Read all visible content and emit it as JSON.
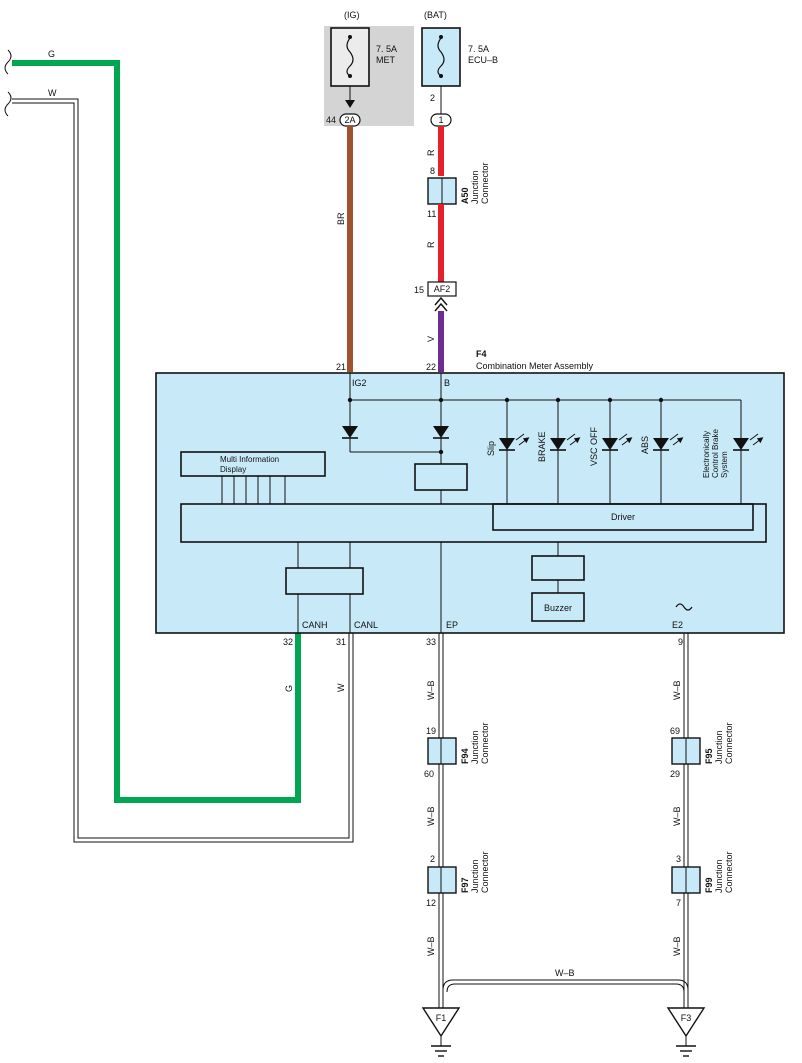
{
  "fuses": {
    "ig": {
      "source": "(IG)",
      "rating": "7. 5A",
      "name": "MET"
    },
    "bat": {
      "source": "(BAT)",
      "rating": "7. 5A",
      "name": "ECU–B"
    }
  },
  "connectors": {
    "ig_pin": "44",
    "ig_conn": "2A",
    "bat_pin": "2",
    "bat_conn": "1",
    "af2": {
      "pin": "15",
      "name": "AF2"
    },
    "a50": {
      "id": "A50",
      "desc1": "Junction",
      "desc2": "Connector",
      "pin_top": "8",
      "pin_bottom": "11"
    },
    "f94": {
      "id": "F94",
      "desc1": "Junction",
      "desc2": "Connector",
      "pin_top": "19",
      "pin_bottom": "60"
    },
    "f97": {
      "id": "F97",
      "desc1": "Junction",
      "desc2": "Connector",
      "pin_top": "2",
      "pin_bottom": "12"
    },
    "f95": {
      "id": "F95",
      "desc1": "Junction",
      "desc2": "Connector",
      "pin_top": "69",
      "pin_bottom": "29"
    },
    "f99": {
      "id": "F99",
      "desc1": "Junction",
      "desc2": "Connector",
      "pin_top": "3",
      "pin_bottom": "7"
    }
  },
  "wires": {
    "g": "G",
    "w": "W",
    "br": "BR",
    "r": "R",
    "v": "V",
    "wb": "W–B",
    "colors": {
      "green": "#00a650",
      "brown": "#a0522d",
      "red": "#e8202a",
      "violet": "#6b2d91",
      "fill": "#c8e9f8",
      "fusebg": "#d4d4d4"
    }
  },
  "meter": {
    "id": "F4",
    "name": "Combination Meter Assembly",
    "pins": {
      "ig2": {
        "num": "21",
        "label": "IG2"
      },
      "b": {
        "num": "22",
        "label": "B"
      },
      "canh": {
        "num": "32",
        "label": "CANH"
      },
      "canl": {
        "num": "31",
        "label": "CANL"
      },
      "ep": {
        "num": "33",
        "label": "EP"
      },
      "e2": {
        "num": "9",
        "label": "E2"
      }
    },
    "mid": {
      "line1": "Multi Information",
      "line2": "Display"
    },
    "driver": "Driver",
    "buzzer": "Buzzer",
    "lamps": {
      "slip": "Slip",
      "brake": "BRAKE",
      "vsc": "VSC OFF",
      "abs": "ABS",
      "ecb1": "Electronically",
      "ecb2": "Control Brake",
      "ecb3": "System"
    }
  },
  "grounds": {
    "f1": "F1",
    "f3": "F3"
  }
}
